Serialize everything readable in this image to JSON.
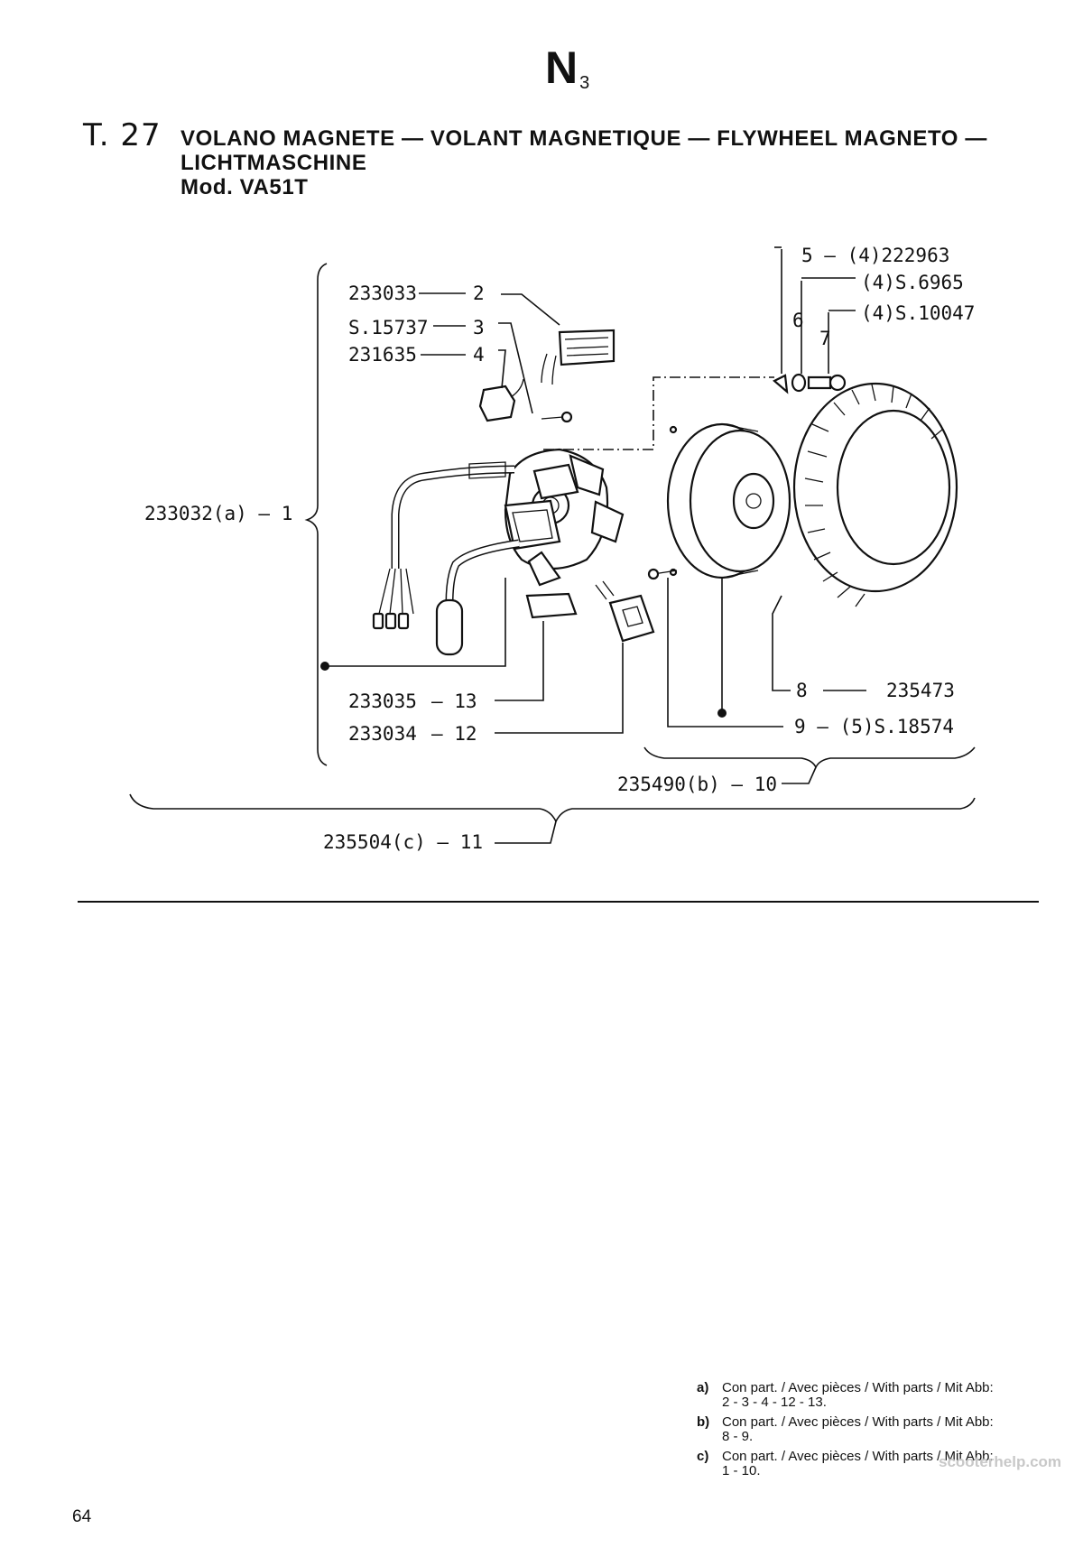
{
  "header": {
    "section_letter": "N",
    "section_sub": "3",
    "table_no": "T. 27",
    "title_line1": "VOLANO MAGNETE — VOLANT MAGNETIQUE — FLYWHEEL MAGNETO —",
    "title_line2": "LICHTMASCHINE",
    "title_line3": "Mod. VA51T"
  },
  "callouts": {
    "p1": "233032(a) — 1",
    "p2_code": "233033",
    "p2_num": "2",
    "p3_code": "S.15737",
    "p3_num": "3",
    "p4_code": "231635",
    "p4_num": "4",
    "p5": "5 — (4)222963",
    "p6_code": "(4)S.6965",
    "p6_num": "6",
    "p7_code": "(4)S.10047",
    "p7_num": "7",
    "p8_num": "8",
    "p8_code": "235473",
    "p9": "9 — (5)S.18574",
    "p10": "235490(b) — 10",
    "p11": "235504(c) — 11",
    "p12_code": "233034",
    "p12_num": "— 12",
    "p13_code": "233035",
    "p13_num": "— 13"
  },
  "notes": [
    {
      "key": "a)",
      "text": "Con part. / Avec pièces / With parts / Mit Abb:",
      "parts": "2 - 3 - 4 - 12 - 13."
    },
    {
      "key": "b)",
      "text": "Con part. / Avec pièces / With parts / Mit Abb:",
      "parts": "8 - 9."
    },
    {
      "key": "c)",
      "text": "Con part. / Avec pièces / With parts / Mit Abb:",
      "parts": "1 - 10."
    }
  ],
  "page_number": "64",
  "watermark": "scooterhelp.com"
}
